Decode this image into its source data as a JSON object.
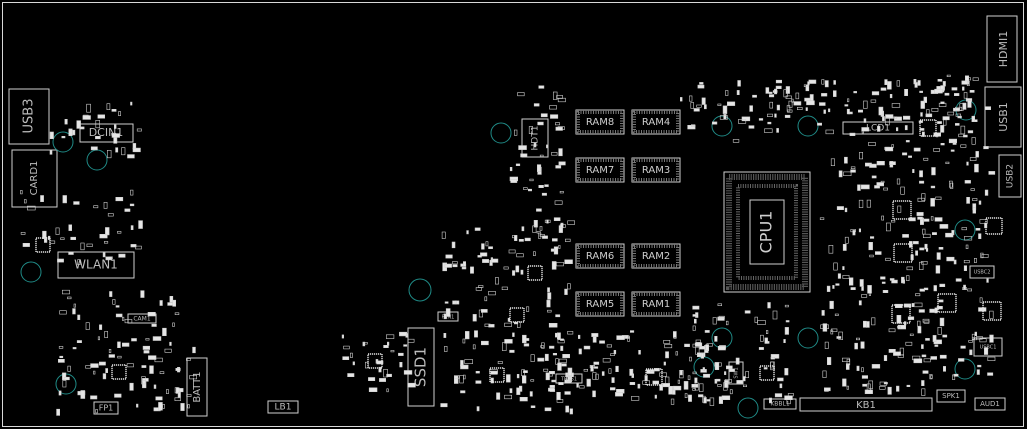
{
  "colors": {
    "background": "#000000",
    "frame": "#d8d8d8",
    "outline": "#cfcfcf",
    "label": "#bdbdbd",
    "pad": "#e6e6e6",
    "mounting_hole": "#1f8a86"
  },
  "labels": {
    "usb3": "USB3",
    "dcin1": "DCIN1",
    "card1": "CARD1",
    "wlan1": "WLAN1",
    "cam1": "CAM1",
    "batt1": "BATT1",
    "fp1": "FP1",
    "lb1": "LB1",
    "ssd1": "SSD1",
    "fan1": "FAN1",
    "hdt1": "HDT1",
    "ram8": "RAM8",
    "ram4": "RAM4",
    "ram7": "RAM7",
    "ram3": "RAM3",
    "ram6": "RAM6",
    "ram2": "RAM2",
    "ram5": "RAM5",
    "ram1": "RAM1",
    "tras1": "TRAS1",
    "cpu1": "CPU1",
    "lcd1": "LCD1",
    "hdmi1": "HDMI1",
    "usb1": "USB1",
    "usb2": "USB2",
    "kb1": "KB1",
    "kbbl1": "KBBL1",
    "spk1": "SPK1",
    "aud1": "AUD1",
    "usbc1": "USBC1",
    "usbc2": "USBC2",
    "sw1": "SW1"
  }
}
